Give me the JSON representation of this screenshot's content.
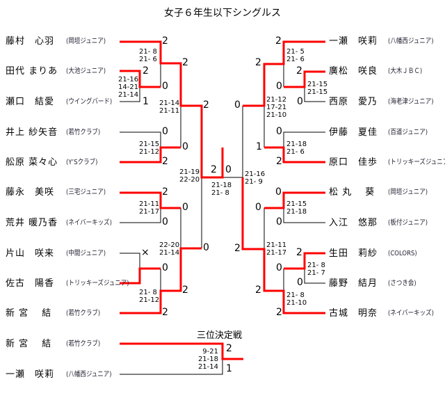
{
  "title": "女子６年生以下シングルス",
  "left": [
    {
      "name": "藤村　心羽",
      "club": "(岡垣ジュニア)"
    },
    {
      "name": "田代 まりあ",
      "club": "(大池ジュニア)"
    },
    {
      "name": "瀬口　結愛",
      "club": "(ウイングバード)"
    },
    {
      "name": "井上 紗矢音",
      "club": "(若竹クラブ)"
    },
    {
      "name": "舩原 菜々心",
      "club": "(Y’Sクラブ)"
    },
    {
      "name": "藤永　美咲",
      "club": "(三宅ジュニア)"
    },
    {
      "name": "荒井 暖乃香",
      "club": "(ネイバーキッズ)"
    },
    {
      "name": "片山　咲来",
      "club": "(中間ジュニア)"
    },
    {
      "name": "佐古　陽香",
      "club": "(トリッキーズジュニア)"
    },
    {
      "name": "新 宮　 結",
      "club": "(若竹クラブ)"
    }
  ],
  "right": [
    {
      "name": "一瀬　咲莉",
      "club": "(八幡西ジュニア)"
    },
    {
      "name": "廣松　咲良",
      "club": "(大木ＪＢＣ)"
    },
    {
      "name": "西原　愛乃",
      "club": "(海老津ジュニア)"
    },
    {
      "name": "伊藤　夏佳",
      "club": "(百道ジュニア)"
    },
    {
      "name": "原口　佳歩",
      "club": "(トリッキーズジュニア)"
    },
    {
      "name": "松 丸　 葵",
      "club": "(岡垣ジュニア)"
    },
    {
      "name": "入江　悠那",
      "club": "(板付ジュニア)"
    },
    {
      "name": "生田　莉紗",
      "club": "(COLORS)"
    },
    {
      "name": "藤野　結月",
      "club": "(さつき会)"
    },
    {
      "name": "古城　明奈",
      "club": "(ネイバーキッズ)"
    }
  ],
  "scores": {
    "l1": "21- 8\n21- 6",
    "l2": "21-16\n14-21\n21-14",
    "l3": "21-15\n21-12",
    "l4": "21-14\n21-11",
    "l5": "21-11\n21-17",
    "l6": "21- 8\n21-12",
    "l7": "22-20\n21-14",
    "lsf": "21-19\n22-20",
    "final": "21-18\n21- 8",
    "rsf": "21-16\n21- 9",
    "r1": "21- 5\n21- 6",
    "r2": "21-15\n21-15",
    "r3": "21-12\n17-21\n21-10",
    "r4": "21-18\n21- 6",
    "r5": "21-15\n21-18",
    "r6": "21-11\n21-17",
    "r7": "21- 8\n21- 7",
    "r8": "21- 8\n21-10"
  },
  "results": {
    "l": [
      "2",
      "2",
      "1",
      "0",
      "0",
      "2",
      "0",
      "2",
      "2",
      "0",
      "0",
      "0",
      "×",
      "0",
      "2",
      "2",
      "2",
      "0"
    ],
    "f": [
      "2",
      "0"
    ],
    "r": [
      "2",
      "2",
      "0",
      "0",
      "0",
      "2",
      "0",
      "0",
      "1",
      "2",
      "0",
      "0",
      "0",
      "2",
      "2",
      "0",
      "2",
      "2"
    ]
  },
  "third_place": {
    "title": "三位決定戦",
    "players": [
      {
        "name": "新 宮　 結",
        "club": "(若竹クラブ)"
      },
      {
        "name": "一瀬　咲莉",
        "club": "(八幡西ジュニア)"
      }
    ],
    "scores": "9-21\n21-18\n21-14",
    "results": [
      "2",
      "1"
    ]
  },
  "colors": {
    "winner_line": "#ff0000",
    "line": "#000000"
  }
}
